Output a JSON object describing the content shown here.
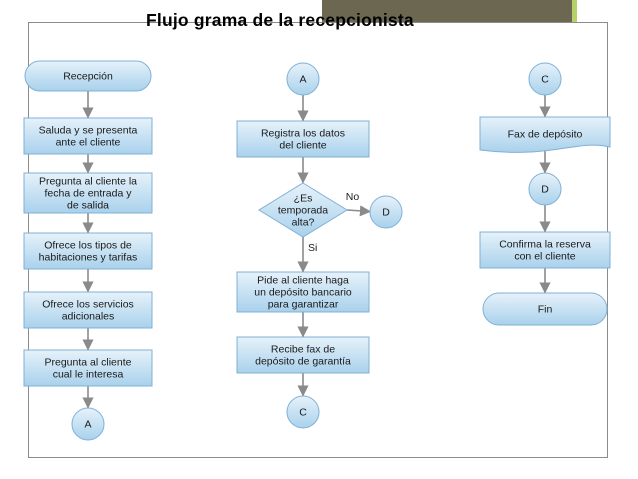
{
  "slide": {
    "title": "Flujo grama de la recepcionista"
  },
  "colors": {
    "shape_fill_top": "#e6f2fa",
    "shape_fill_bottom": "#a9d1ec",
    "shape_stroke": "#7fb0d6",
    "arrow": "#8a8a8a",
    "frame": "#8c8c8c",
    "accent_bar": "#6b6751",
    "accent_tab": "#b5d26a"
  },
  "nodes": [
    {
      "id": "n1",
      "shape": "terminator",
      "name": "start-recepcion",
      "lines": [
        "Recepción"
      ]
    },
    {
      "id": "n2",
      "shape": "process",
      "name": "step-saluda",
      "lines": [
        "Saluda y se presenta",
        "ante el cliente"
      ]
    },
    {
      "id": "n3",
      "shape": "process",
      "name": "step-pregunta-fecha",
      "lines": [
        "Pregunta al cliente la",
        "fecha de entrada y",
        "de salida"
      ]
    },
    {
      "id": "n4",
      "shape": "process",
      "name": "step-ofrece-tipos",
      "lines": [
        "Ofrece los tipos de",
        "habitaciones y tarifas"
      ]
    },
    {
      "id": "n5",
      "shape": "process",
      "name": "step-ofrece-servicios",
      "lines": [
        "Ofrece los servicios",
        "adicionales"
      ]
    },
    {
      "id": "n6",
      "shape": "process",
      "name": "step-pregunta-interes",
      "lines": [
        "Pregunta al cliente",
        "cual le interesa"
      ]
    },
    {
      "id": "n7",
      "shape": "connector",
      "name": "connector-a-out",
      "lines": [
        "A"
      ]
    },
    {
      "id": "n8",
      "shape": "connector",
      "name": "connector-a-in",
      "lines": [
        "A"
      ]
    },
    {
      "id": "n9",
      "shape": "process",
      "name": "step-registra-datos",
      "lines": [
        "Registra los datos",
        "del cliente"
      ]
    },
    {
      "id": "n10",
      "shape": "decision",
      "name": "decision-temporada-alta",
      "lines": [
        "¿Es",
        "temporada",
        "alta?"
      ]
    },
    {
      "id": "n11",
      "shape": "connector",
      "name": "connector-d-out",
      "lines": [
        "D"
      ]
    },
    {
      "id": "n12",
      "shape": "process",
      "name": "step-pide-deposito",
      "lines": [
        "Pide al cliente haga",
        "un depósito bancario",
        "para garantizar"
      ]
    },
    {
      "id": "n13",
      "shape": "process",
      "name": "step-recibe-fax",
      "lines": [
        "Recibe fax de",
        "depósito de garantía"
      ]
    },
    {
      "id": "n14",
      "shape": "connector",
      "name": "connector-c-out",
      "lines": [
        "C"
      ]
    },
    {
      "id": "n15",
      "shape": "connector",
      "name": "connector-c-in",
      "lines": [
        "C"
      ]
    },
    {
      "id": "n16",
      "shape": "document",
      "name": "doc-fax-deposito",
      "lines": [
        "Fax de depósito"
      ]
    },
    {
      "id": "n17",
      "shape": "connector",
      "name": "connector-d-in",
      "lines": [
        "D"
      ]
    },
    {
      "id": "n18",
      "shape": "process",
      "name": "step-confirma-reserva",
      "lines": [
        "Confirma la reserva",
        "con el cliente"
      ]
    },
    {
      "id": "n19",
      "shape": "terminator",
      "name": "end-fin",
      "lines": [
        "Fin"
      ]
    }
  ],
  "edges": [
    {
      "from": "n1",
      "to": "n2",
      "label": ""
    },
    {
      "from": "n2",
      "to": "n3",
      "label": ""
    },
    {
      "from": "n3",
      "to": "n4",
      "label": ""
    },
    {
      "from": "n4",
      "to": "n5",
      "label": ""
    },
    {
      "from": "n5",
      "to": "n6",
      "label": ""
    },
    {
      "from": "n6",
      "to": "n7",
      "label": ""
    },
    {
      "from": "n8",
      "to": "n9",
      "label": ""
    },
    {
      "from": "n9",
      "to": "n10",
      "label": ""
    },
    {
      "from": "n10",
      "to": "n11",
      "label": "No"
    },
    {
      "from": "n10",
      "to": "n12",
      "label": "Si"
    },
    {
      "from": "n12",
      "to": "n13",
      "label": ""
    },
    {
      "from": "n13",
      "to": "n14",
      "label": ""
    },
    {
      "from": "n15",
      "to": "n16",
      "label": ""
    },
    {
      "from": "n16",
      "to": "n17",
      "label": ""
    },
    {
      "from": "n17",
      "to": "n18",
      "label": ""
    },
    {
      "from": "n18",
      "to": "n19",
      "label": ""
    }
  ]
}
